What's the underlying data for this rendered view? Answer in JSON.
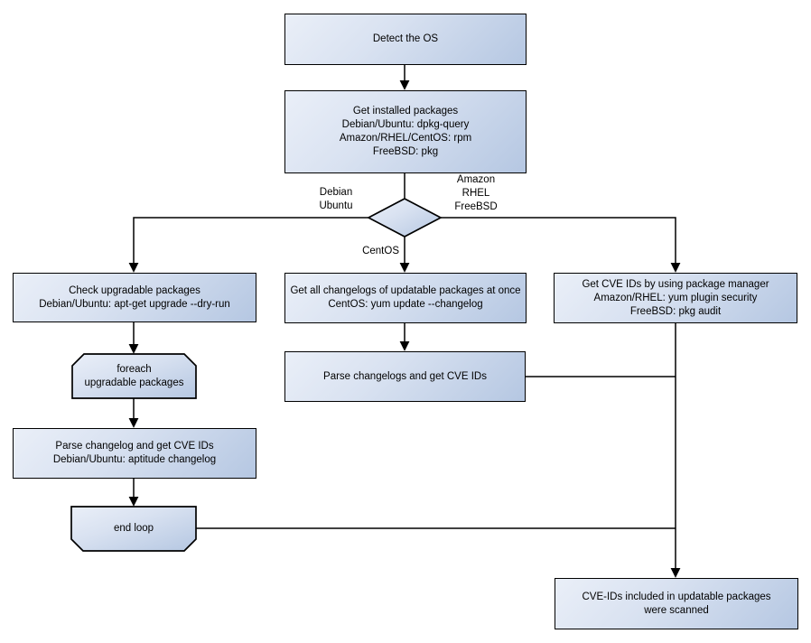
{
  "diagram": {
    "title_hint": "OS package CVE scan flowchart",
    "colors": {
      "background": "#ffffff",
      "node_fill_light": "#eaeff8",
      "node_fill_dark": "#b5c7e2",
      "node_border": "#000000",
      "connector": "#000000",
      "text": "#000000"
    },
    "nodes": {
      "detect_os": {
        "lines": [
          "Detect the OS"
        ]
      },
      "get_installed_packages": {
        "lines": [
          "Get installed packages",
          "Debian/Ubuntu: dpkg-query",
          "Amazon/RHEL/CentOS: rpm",
          "FreeBSD: pkg"
        ]
      },
      "os_decision": {
        "shape": "diamond",
        "lines": []
      },
      "check_upgradable": {
        "lines": [
          "Check upgradable packages",
          "Debian/Ubuntu: apt-get upgrade --dry-run"
        ]
      },
      "foreach_loop": {
        "shape": "loop-start",
        "lines": [
          "foreach",
          "upgradable  packages"
        ]
      },
      "parse_changelog": {
        "lines": [
          "Parse changelog and get  CVE IDs",
          "Debian/Ubuntu: aptitude changelog"
        ]
      },
      "end_loop": {
        "shape": "loop-end",
        "lines": [
          "end loop"
        ]
      },
      "get_all_changelogs": {
        "lines": [
          "Get all changelogs of updatable packages at once",
          "CentOS: yum update --changelog"
        ]
      },
      "parse_changelogs": {
        "lines": [
          "Parse changelogs and get CVE IDs"
        ]
      },
      "get_cve_ids_pkg_mgr": {
        "lines": [
          "Get CVE IDs by using package manager",
          "Amazon/RHEL: yum plugin security",
          "FreeBSD: pkg audit"
        ]
      },
      "scan_result": {
        "lines": [
          "CVE-IDs included in updatable packages",
          "were scanned"
        ]
      }
    },
    "edge_labels": {
      "debian_ubuntu": {
        "lines": [
          "Debian",
          "Ubuntu"
        ]
      },
      "amazon_rhel_freebsd": {
        "lines": [
          "Amazon",
          "RHEL",
          "FreeBSD"
        ]
      },
      "centos": {
        "lines": [
          "CentOS"
        ]
      }
    },
    "edges": [
      {
        "from": "detect_os",
        "to": "get_installed_packages",
        "arrow": true
      },
      {
        "from": "get_installed_packages",
        "to": "os_decision",
        "arrow": false
      },
      {
        "from": "os_decision",
        "to": "check_upgradable",
        "label": "Debian Ubuntu",
        "arrow": true
      },
      {
        "from": "os_decision",
        "to": "get_all_changelogs",
        "label": "CentOS",
        "arrow": true
      },
      {
        "from": "os_decision",
        "to": "get_cve_ids_pkg_mgr",
        "label": "Amazon RHEL FreeBSD",
        "arrow": true
      },
      {
        "from": "check_upgradable",
        "to": "foreach_loop",
        "arrow": true
      },
      {
        "from": "foreach_loop",
        "to": "parse_changelog",
        "arrow": true
      },
      {
        "from": "parse_changelog",
        "to": "end_loop",
        "arrow": true
      },
      {
        "from": "get_all_changelogs",
        "to": "parse_changelogs",
        "arrow": true
      },
      {
        "from": "parse_changelogs",
        "to": "scan_result",
        "arrow": false
      },
      {
        "from": "end_loop",
        "to": "scan_result",
        "arrow": false
      },
      {
        "from": "get_cve_ids_pkg_mgr",
        "to": "scan_result",
        "arrow": true
      }
    ]
  }
}
